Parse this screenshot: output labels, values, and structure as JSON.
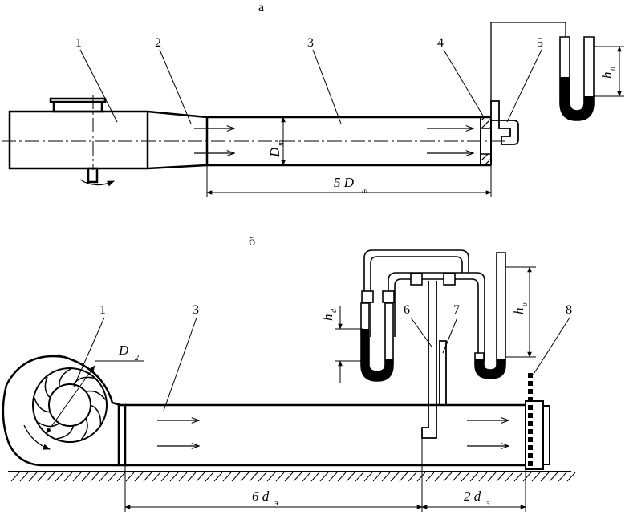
{
  "panel_a": {
    "letter": "а",
    "callouts": {
      "c1": "1",
      "c2": "2",
      "c3": "3",
      "c4": "4",
      "c5": "5"
    },
    "dim_diameter": {
      "main": "D",
      "sub": "т"
    },
    "dim_length": {
      "main": "5 D",
      "sub": "т"
    },
    "manometer": {
      "main": "h",
      "sub": "υ"
    }
  },
  "panel_b": {
    "letter": "б",
    "callouts": {
      "c1": "1",
      "c3": "3",
      "c6": "6",
      "c7": "7",
      "c8": "8"
    },
    "fan_diameter": {
      "main": "D",
      "sub": "2"
    },
    "dim_left": {
      "main": "6 d",
      "sub": "э"
    },
    "dim_right": {
      "main": "2 d",
      "sub": "э"
    },
    "manometer_dynamic": {
      "main": "h",
      "sub": "d"
    },
    "manometer_velocity": {
      "main": "h",
      "sub": "υ"
    }
  },
  "colors": {
    "line": "#000000",
    "fluid": "#000000",
    "background": "#ffffff"
  }
}
